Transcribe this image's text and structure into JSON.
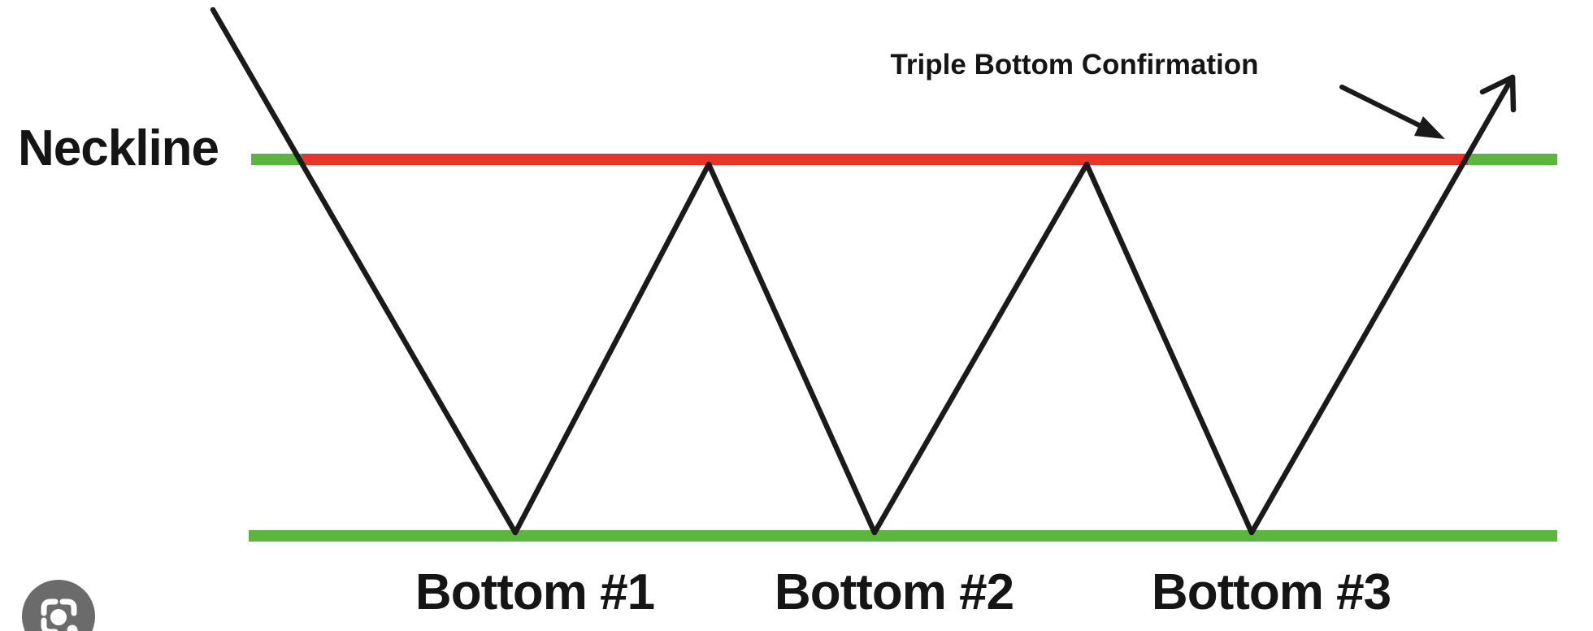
{
  "diagram": {
    "title": "Triple Bottom chart pattern",
    "labels": {
      "neckline": "Neckline",
      "confirmation": "Triple Bottom Confirmation",
      "bottom1": "Bottom #1",
      "bottom2": "Bottom #2",
      "bottom3": "Bottom #3"
    },
    "elements": {
      "neckline_line": "horizontal resistance line, green at ends and red between first and final neckline crossings",
      "support_line": "horizontal green support line touched by all three bottoms",
      "price_line": "black zigzag price path forming three equal bottoms then breaking up through the neckline",
      "confirmation_arrow": "black arrow from the confirmation text pointing to the neckline breakout",
      "breakout_arrow": "price line ends in an up-right arrow above the neckline"
    }
  },
  "colors": {
    "red": "#e8352b",
    "green": "#5cb63e",
    "line": "#1a1a1a",
    "text": "#151515",
    "lens_gray": "#6b6b6b",
    "white": "#ffffff"
  },
  "icons": {
    "lens": "google-lens-icon"
  }
}
